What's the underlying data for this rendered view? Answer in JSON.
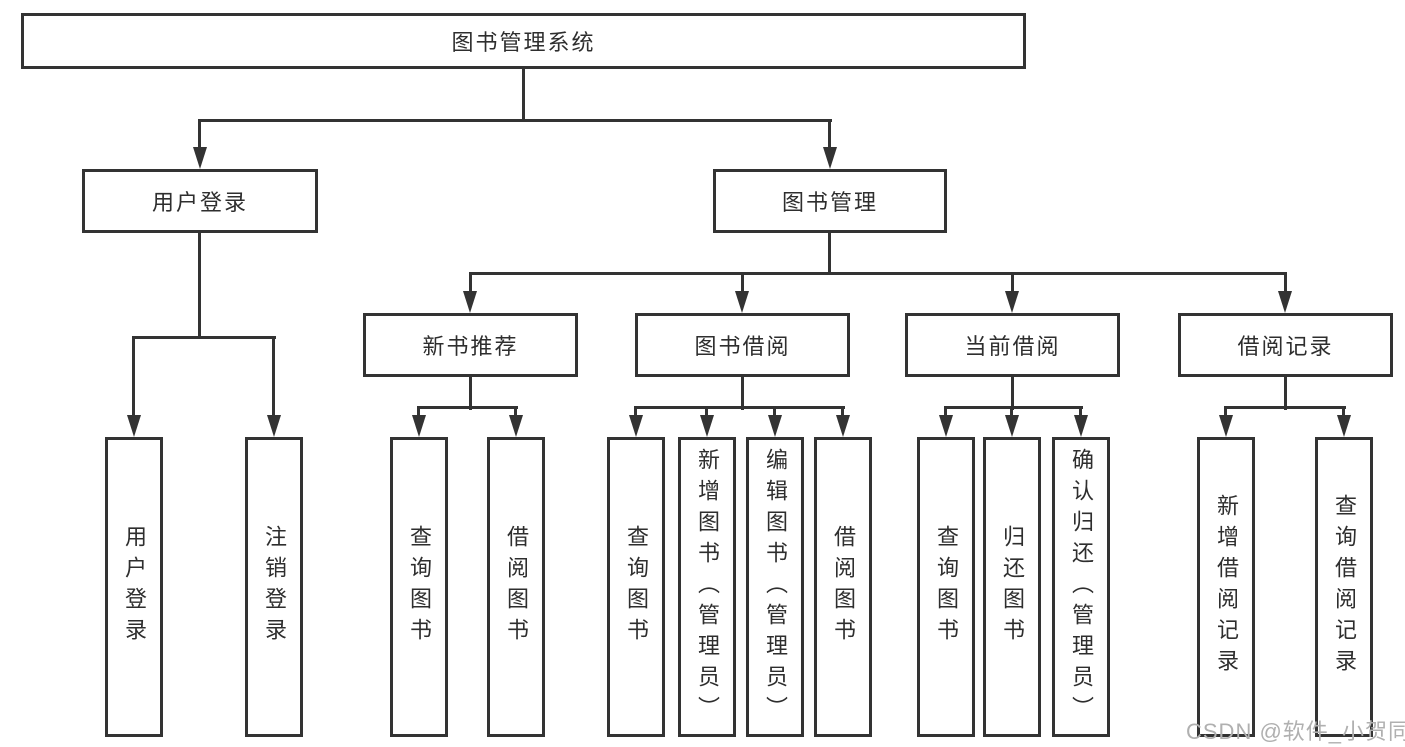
{
  "colors": {
    "line": "#333333",
    "text": "#2e2e2e",
    "watermark": "#b0b0b0",
    "background": "#ffffff"
  },
  "watermark": {
    "text": "CSDN @软件_小贺同学"
  },
  "tree": {
    "root": {
      "label": "图书管理系统"
    },
    "branches": [
      {
        "label": "用户登录",
        "children": [
          {
            "label": "用户登录"
          },
          {
            "label": "注销登录"
          }
        ]
      },
      {
        "label": "图书管理",
        "children": [
          {
            "label": "新书推荐",
            "children": [
              {
                "label": "查询图书"
              },
              {
                "label": "借阅图书"
              }
            ]
          },
          {
            "label": "图书借阅",
            "children": [
              {
                "label": "查询图书"
              },
              {
                "label": "新增图书（管理员）"
              },
              {
                "label": "编辑图书（管理员）"
              },
              {
                "label": "借阅图书"
              }
            ]
          },
          {
            "label": "当前借阅",
            "children": [
              {
                "label": "查询图书"
              },
              {
                "label": "归还图书"
              },
              {
                "label": "确认归还（管理员）"
              }
            ]
          },
          {
            "label": "借阅记录",
            "children": [
              {
                "label": "新增借阅记录"
              },
              {
                "label": "查询借阅记录"
              }
            ]
          }
        ]
      }
    ]
  }
}
